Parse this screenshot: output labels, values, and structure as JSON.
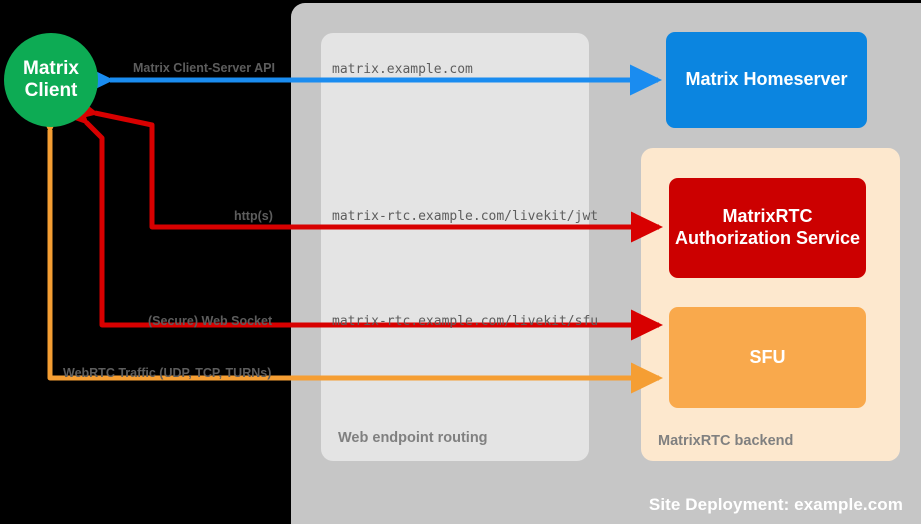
{
  "diagram": {
    "site": {
      "deployment_label": "Site Deployment: example.com",
      "routing_label": "Web endpoint routing",
      "backend_label": "MatrixRTC backend"
    },
    "nodes": {
      "client": {
        "line1": "Matrix",
        "line2": "Client",
        "color": "#0dab54"
      },
      "homeserver": {
        "label": "Matrix Homeserver",
        "color": "#0b85e0"
      },
      "auth_service": {
        "label": "MatrixRTC Authorization Service",
        "color": "#cc0000"
      },
      "sfu": {
        "label": "SFU",
        "color": "#f9a94c"
      }
    },
    "edges": [
      {
        "protocol_label": "Matrix Client-Server API",
        "endpoint": "matrix.example.com",
        "color": "#1a8cf0",
        "direction": "bidirectional",
        "from": "client",
        "to": "homeserver"
      },
      {
        "protocol_label": "http(s)",
        "endpoint": "matrix-rtc.example.com/livekit/jwt",
        "color": "#d80000",
        "direction": "bidirectional",
        "from": "client",
        "to": "auth_service"
      },
      {
        "protocol_label": "(Secure) Web Socket",
        "endpoint": "matrix-rtc.example.com/livekit/sfu",
        "color": "#d80000",
        "direction": "bidirectional",
        "from": "client",
        "to": "sfu"
      },
      {
        "protocol_label": "WebRTC Traffic (UDP, TCP, TURNs)",
        "endpoint": "",
        "color": "#f59e33",
        "direction": "bidirectional",
        "from": "client",
        "to": "sfu"
      }
    ],
    "colors": {
      "background": "#000000",
      "site_panel": "#c6c6c6",
      "routing_panel": "#e4e4e4",
      "backend_panel": "#fde8ce",
      "label_text": "#5d5d5d"
    }
  }
}
